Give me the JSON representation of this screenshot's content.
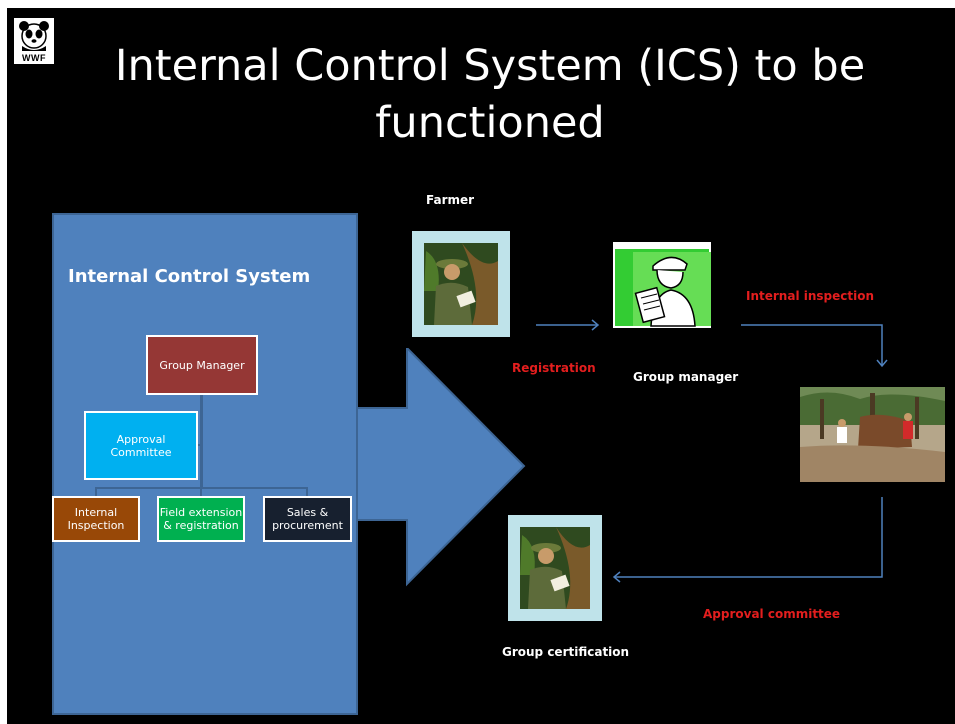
{
  "logo": {
    "text": "WWF",
    "icon": "panda-icon"
  },
  "title": "Internal Control System (ICS) to be functioned",
  "panel": {
    "title": "Internal Control System",
    "boxes": {
      "group_manager": "Group Manager",
      "approval_committee": "Approval Committee",
      "internal_inspection": "Internal Inspection",
      "field_extension": "Field extension & registration",
      "sales_procurement": "Sales & procurement"
    }
  },
  "flow": {
    "farmer": "Farmer",
    "registration": "Registration",
    "group_manager": "Group manager",
    "internal_inspection": "Internal inspection",
    "approval_committee": "Approval committee",
    "group_certification": "Group certification"
  },
  "colors": {
    "background": "#000000",
    "panel": "#4f81bd",
    "group_manager_box": "#953735",
    "approval_box": "#00b0f0",
    "internal_box": "#984807",
    "field_box": "#00b050",
    "sales_box": "#17202f",
    "accent_red": "#e31e1e",
    "flow_line": "#4f81bd"
  }
}
